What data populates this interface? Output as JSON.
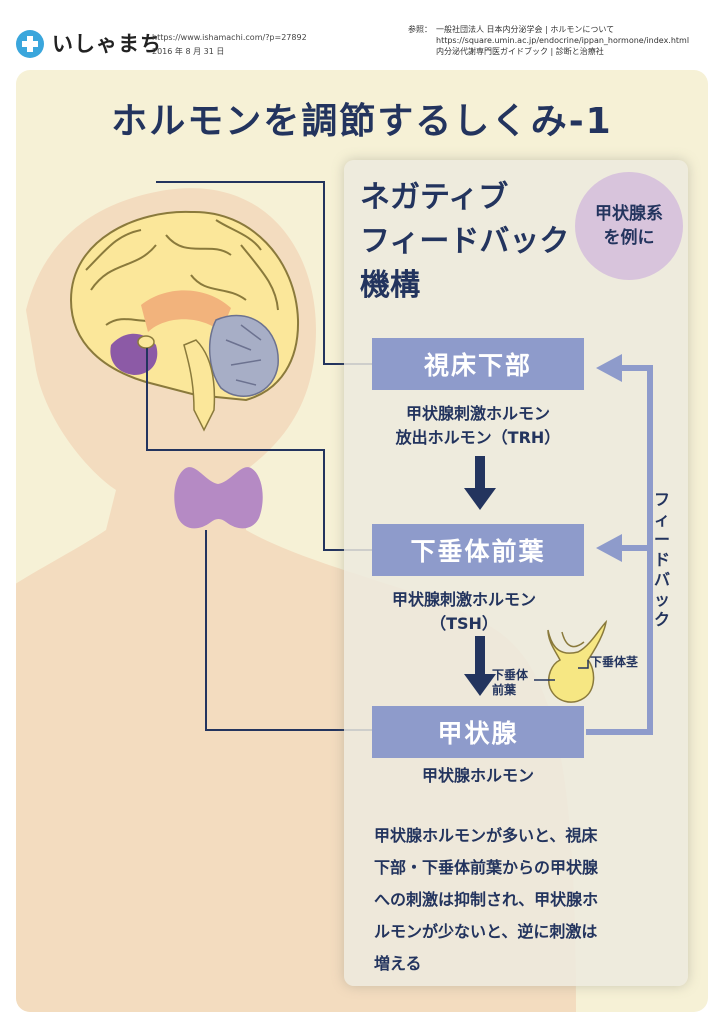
{
  "header": {
    "logo_text": "いしゃまち",
    "url": "https://www.ishamachi.com/?p=27892",
    "date": "2016 年 8 月 31 日",
    "reference": {
      "label": "参照：",
      "line1": "一般社団法人 日本内分泌学会 | ホルモンについて",
      "line2": "https://square.umin.ac.jp/endocrine/ippan_hormone/index.html",
      "line3": "内分泌代謝専門医ガイドブック | 診断と治療社"
    }
  },
  "title": "ホルモンを調節するしくみ-1",
  "mechanism": {
    "title_lines": [
      "ネガティブ",
      "フィードバック",
      "機構"
    ],
    "example_lines": [
      "甲状腺系",
      "を例に"
    ]
  },
  "flow": {
    "hypothalamus": "視床下部",
    "trh_lines": [
      "甲状腺刺激ホルモン",
      "放出ホルモン（TRH）"
    ],
    "pituitary": "下垂体前葉",
    "tsh_lines": [
      "甲状腺刺激ホルモン",
      "（TSH）"
    ],
    "thyroid": "甲状腺",
    "thyroid_hormone": "甲状腺ホルモン",
    "feedback": "フィードバック"
  },
  "pituitary_labels": {
    "anterior_lines": [
      "下垂体",
      "前葉"
    ],
    "stalk": "下垂体茎"
  },
  "description_lines": [
    "甲状腺ホルモンが多いと、視床",
    "下部・下垂体前葉からの甲状腺",
    "への刺激は抑制され、甲状腺ホ",
    "ルモンが少ないと、逆に刺激は",
    "増える"
  ],
  "colors": {
    "panel_bg": "#f6f1d6",
    "body_silhouette": "#f3dcbf",
    "navy": "#23345e",
    "box_blue": "#8e9bcb",
    "arrow_light": "#8e9bcb",
    "thyroid": "#b58ac4",
    "example_circle": "#d8c4dc",
    "brain": "#fbe79a"
  }
}
